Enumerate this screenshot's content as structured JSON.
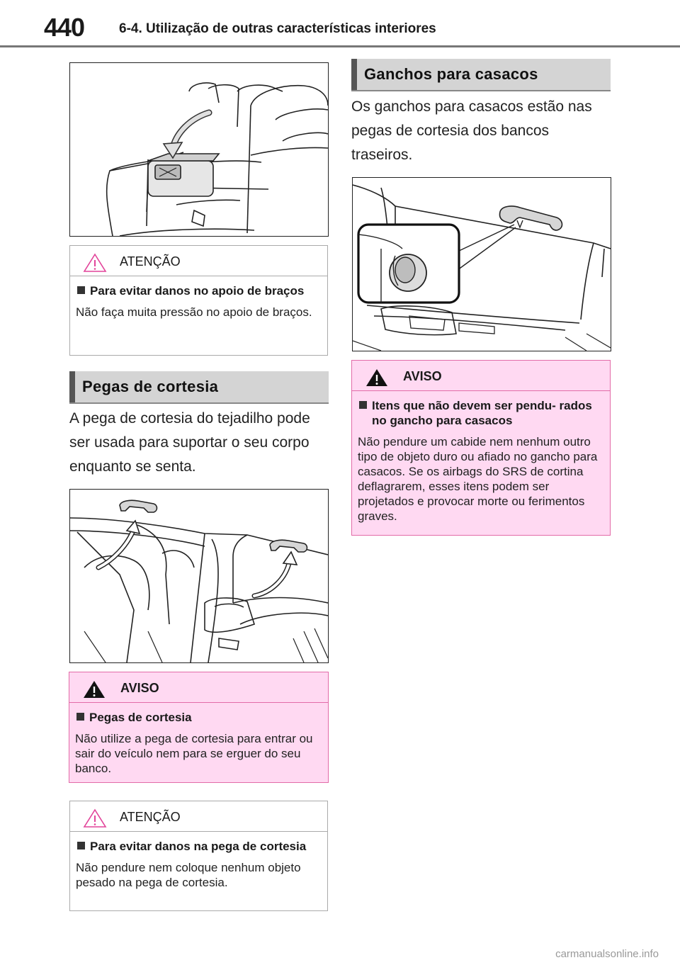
{
  "header": {
    "page_number": "440",
    "section_title": "6-4. Utilização de outras características interiores"
  },
  "left": {
    "attention1": {
      "label": "ATENÇÃO",
      "subhead": "Para evitar danos no apoio de braços",
      "text": "Não faça muita pressão no apoio de braços."
    },
    "section_pegas": {
      "title": "Pegas de cortesia",
      "body": "A pega de cortesia do tejadilho pode ser usada para suportar o seu corpo enquanto se senta."
    },
    "aviso1": {
      "label": "AVISO",
      "subhead": "Pegas de cortesia",
      "text": "Não utilize a pega de cortesia para entrar ou sair do veículo nem para se erguer do seu banco."
    },
    "attention2": {
      "label": "ATENÇÃO",
      "subhead": "Para evitar danos na pega de cortesia",
      "text": "Não pendure nem coloque nenhum objeto pesado na pega de cortesia."
    }
  },
  "right": {
    "section_ganchos": {
      "title": "Ganchos para casacos",
      "body": "Os ganchos para casacos estão nas pegas de cortesia dos bancos traseiros."
    },
    "aviso2": {
      "label": "AVISO",
      "subhead": "Itens que não devem ser pendu- rados no gancho para casacos",
      "text": "Não pendure um cabide nem nenhum outro tipo de objeto duro ou afiado no gancho para casacos. Se os airbags do SRS de cortina deflagrarem, esses itens podem ser projetados e provocar morte ou ferimentos graves."
    }
  },
  "footer": {
    "watermark": "carmanualsonline.info"
  },
  "colors": {
    "aviso_bg": "#ffd9f2",
    "aviso_border": "#e26ba8",
    "warning_triangle_outline": "#e2449a",
    "warning_triangle_filled": "#111111",
    "section_bg": "#d4d4d4"
  }
}
